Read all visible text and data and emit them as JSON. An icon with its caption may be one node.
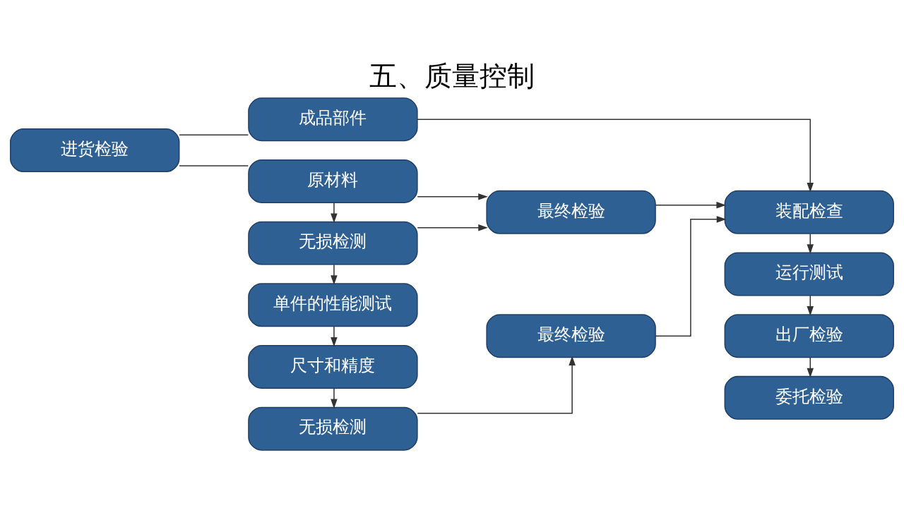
{
  "diagram": {
    "title": "五、质量控制",
    "nodes": [
      {
        "text": [
          "进货检验"
        ]
      },
      {
        "text": [
          "成品部件"
        ]
      },
      {
        "text": [
          "原材料"
        ]
      },
      {
        "text": [
          "无损检测"
        ]
      },
      {
        "text": [
          "单件的性能测试"
        ]
      },
      {
        "text": [
          "尺寸和精度"
        ]
      },
      {
        "text": [
          "无损检测"
        ]
      },
      {
        "text": [
          "最终检验"
        ]
      },
      {
        "text": [
          "最终检验"
        ]
      },
      {
        "text": [
          "装配检查"
        ]
      },
      {
        "text": [
          "运行测试"
        ]
      },
      {
        "text": [
          "出厂检验"
        ]
      },
      {
        "text": [
          "委托检验"
        ]
      }
    ],
    "edges": [
      {
        "from": 0,
        "to": 1,
        "arrow": "none"
      },
      {
        "from": 0,
        "to": 2,
        "arrow": "none"
      },
      {
        "from": 1,
        "to": 9,
        "arrow": "to"
      },
      {
        "from": 2,
        "to": 7,
        "arrow": "to"
      },
      {
        "from": 2,
        "to": 3,
        "arrow": "to"
      },
      {
        "from": 3,
        "to": 7,
        "arrow": "to"
      },
      {
        "from": 3,
        "to": 4,
        "arrow": "to"
      },
      {
        "from": 4,
        "to": 5,
        "arrow": "to"
      },
      {
        "from": 5,
        "to": 6,
        "arrow": "to"
      },
      {
        "from": 6,
        "to": 8,
        "arrow": "to"
      },
      {
        "from": 8,
        "to": 9,
        "arrow": "to"
      },
      {
        "from": 7,
        "to": 9,
        "arrow": "to"
      },
      {
        "from": 9,
        "to": 10,
        "arrow": "to"
      },
      {
        "from": 10,
        "to": 11,
        "arrow": "to"
      },
      {
        "from": 11,
        "to": 12,
        "arrow": "to"
      }
    ]
  }
}
